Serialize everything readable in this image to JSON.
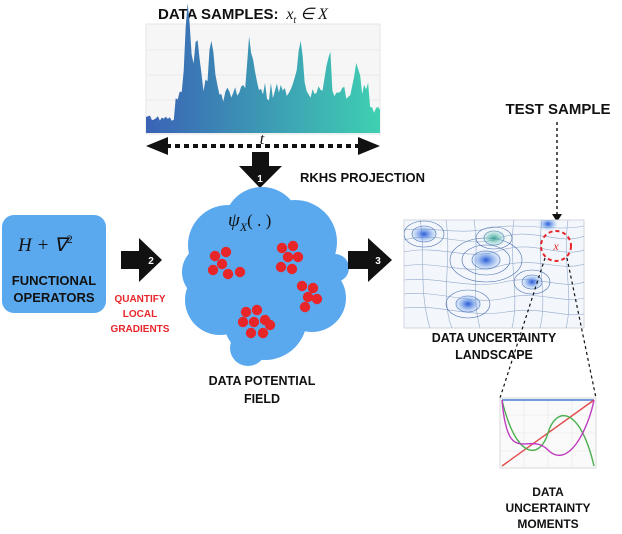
{
  "header": {
    "title_prefix": "DATA SAMPLES:",
    "title_math": "x",
    "title_math_sub": "t",
    "title_math_rest": " ∈ X",
    "time_axis_label": "t"
  },
  "steps": {
    "step1": "1",
    "step2": "2",
    "step3": "3",
    "rkhs_label": "RKHS  PROJECTION"
  },
  "operators": {
    "formula_left": "H + ∇",
    "formula_sup": "2",
    "label_line1": "FUNCTIONAL",
    "label_line2": "OPERATORS",
    "gradients_line1": "QUANTIFY",
    "gradients_line2": "LOCAL",
    "gradients_line3": "GRADIENTS"
  },
  "potential": {
    "psi": "ψ",
    "psi_sub": "X",
    "psi_args": "( . )",
    "label_line1": "DATA  POTENTIAL",
    "label_line2": "FIELD"
  },
  "landscape": {
    "test_sample": "TEST SAMPLE",
    "test_point": "x",
    "label_line1": "DATA UNCERTAINTY",
    "label_line2": "LANDSCAPE"
  },
  "moments": {
    "label_line1": "DATA",
    "label_line2": "UNCERTAINTY",
    "label_line3": "MOMENTS"
  },
  "colors": {
    "cloud": "#5aa9ef",
    "operator_box": "#5aa9ef",
    "dots": "#e8262a",
    "gradient_text": "#e8262a",
    "series_teal": "#3fb8a8",
    "series_blue": "#3a6fb5"
  }
}
